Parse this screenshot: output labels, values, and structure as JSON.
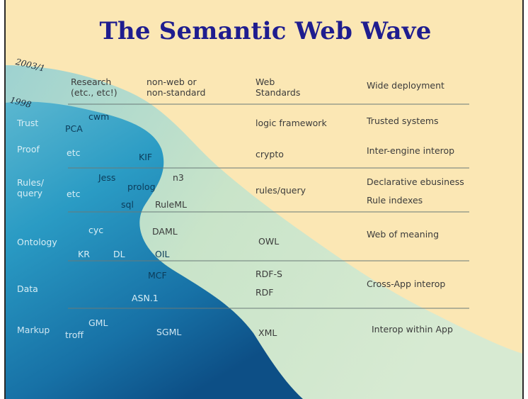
{
  "title": "The Semantic Web Wave",
  "years": {
    "recent": "2003/1",
    "earlier": "1998"
  },
  "column_headers": {
    "research": "Research",
    "research_sub": "(etc., etc!)",
    "nonweb": "non-web or",
    "nonweb_sub": "non-standard",
    "web": "Web",
    "web_sub": "Standards",
    "deployment": "Wide deployment"
  },
  "rows": {
    "trust": {
      "label": "Trust",
      "items": [
        "cwm",
        "PCA"
      ],
      "web": "logic framework",
      "deployment": "Trusted systems"
    },
    "proof": {
      "label": "Proof",
      "items": [
        "etc",
        "KIF"
      ],
      "web": "crypto",
      "deployment": "Inter-engine interop"
    },
    "rules": {
      "label1": "Rules/",
      "label2": "query",
      "items": [
        "Jess",
        "n3",
        "prolog",
        "etc",
        "sql",
        "RuleML"
      ],
      "web": "rules/query",
      "deployment": [
        "Declarative ebusiness",
        "Rule indexes"
      ]
    },
    "ontology": {
      "label": "Ontology",
      "items": [
        "cyc",
        "DAML",
        "KR",
        "DL",
        "OIL"
      ],
      "web": "OWL",
      "deployment": "Web of meaning"
    },
    "data": {
      "label": "Data",
      "items": [
        "MCF",
        "ASN.1"
      ],
      "web": [
        "RDF-S",
        "RDF"
      ],
      "deployment": "Cross-App interop"
    },
    "markup": {
      "label": "Markup",
      "items": [
        "GML",
        "troff",
        "SGML"
      ],
      "web": "XML",
      "deployment": "Interop within App"
    }
  },
  "colors": {
    "background": "#fbe7b4",
    "wave_light": "#cfe3c4",
    "wave_deep": "#1f86b6",
    "title": "#1f1d8f"
  }
}
